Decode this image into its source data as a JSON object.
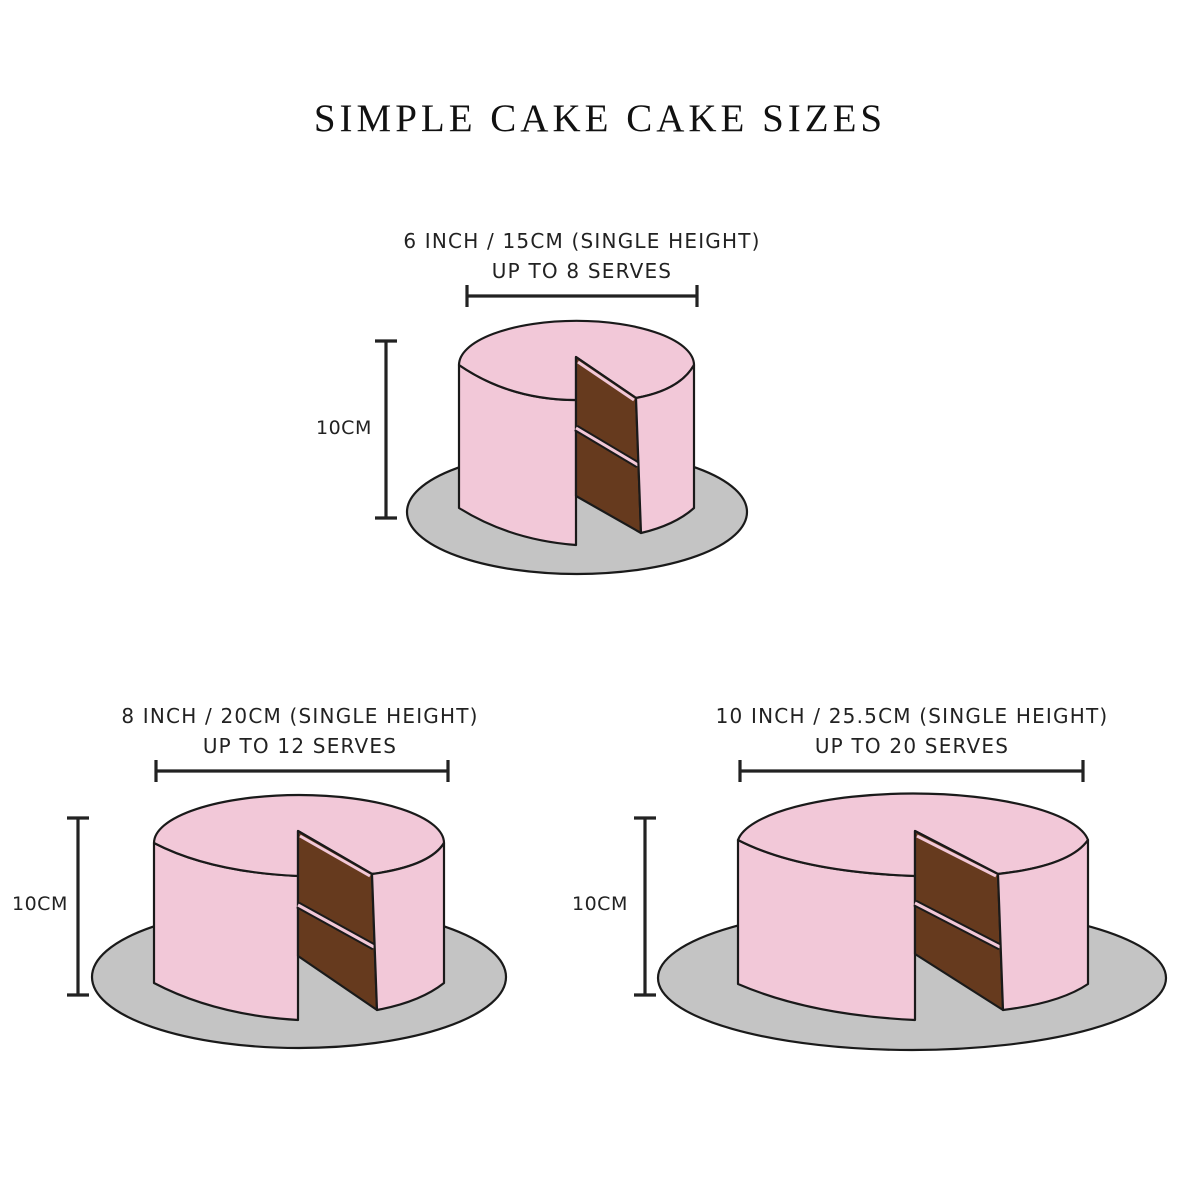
{
  "title": "SIMPLE CAKE CAKE SIZES",
  "colors": {
    "frosting": "#f2c8d8",
    "sponge": "#663a1e",
    "board": "#c4c4c4",
    "outline": "#1a1a1a",
    "text": "#222222"
  },
  "cakes": [
    {
      "size": "6 INCH / 15CM (SINGLE HEIGHT)",
      "serves": "UP TO 8 SERVES",
      "height_label": "10CM"
    },
    {
      "size": "8 INCH / 20CM (SINGLE HEIGHT)",
      "serves": "UP TO 12 SERVES",
      "height_label": "10CM"
    },
    {
      "size": "10 INCH / 25.5CM (SINGLE HEIGHT)",
      "serves": "UP TO 20 SERVES",
      "height_label": "10CM"
    }
  ]
}
